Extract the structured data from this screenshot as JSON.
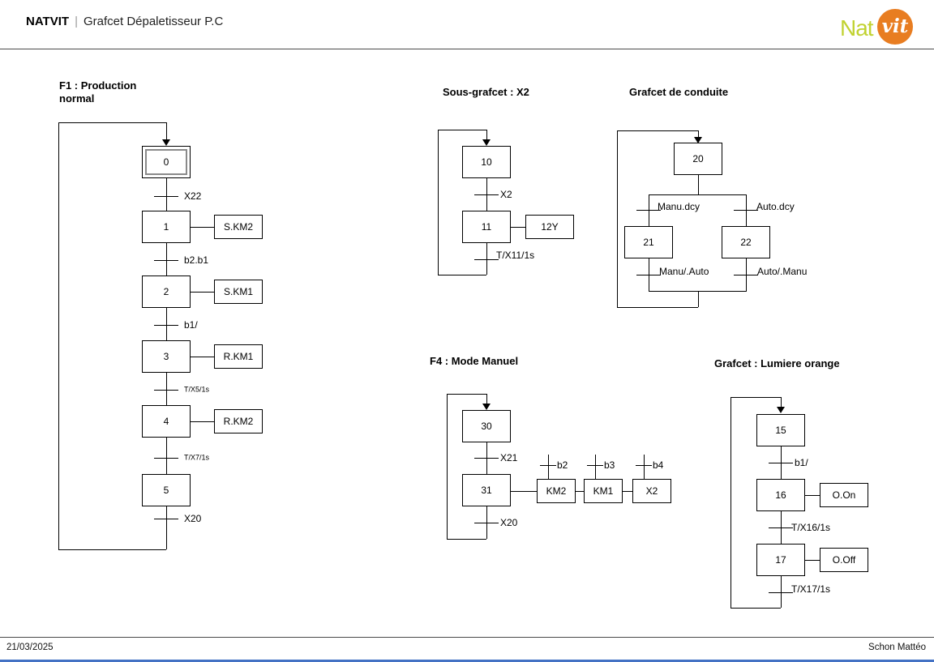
{
  "header": {
    "brand": "NATVIT",
    "separator": "|",
    "doc_title": "Grafcet Dépaletisseur P.C",
    "logo": {
      "part1": "Nat",
      "part2": "vit",
      "green": "#c1d231",
      "orange": "#e87d21"
    }
  },
  "footer": {
    "date": "21/03/2025",
    "author": "Schon Mattéo",
    "accent_bar_color": "#4472c4"
  },
  "diagrams": {
    "f1": {
      "title1": "F1 : Production",
      "title2": "normal",
      "steps": [
        {
          "id": "0"
        },
        {
          "id": "1",
          "action": "S.KM2"
        },
        {
          "id": "2",
          "action": "S.KM1"
        },
        {
          "id": "3",
          "action": "R.KM1"
        },
        {
          "id": "4",
          "action": "R.KM2"
        },
        {
          "id": "5"
        }
      ],
      "transitions": [
        "X22",
        "b2.b1",
        "b1/",
        "T/X5/1s",
        "T/X7/1s",
        "X20"
      ]
    },
    "sous_grafcet": {
      "title": "Sous-grafcet : X2",
      "steps": [
        {
          "id": "10"
        },
        {
          "id": "11",
          "action": "12Y"
        }
      ],
      "transitions": [
        "X2",
        "T/X11/1s"
      ]
    },
    "conduite": {
      "title": "Grafcet de conduite",
      "top_step": "20",
      "branches": [
        {
          "t_in": "Manu.dcy",
          "step": "21",
          "t_out": "Manu/.Auto"
        },
        {
          "t_in": "Auto.dcy",
          "step": "22",
          "t_out": "Auto/.Manu"
        }
      ]
    },
    "f4": {
      "title": "F4 : Mode Manuel",
      "steps": [
        {
          "id": "30"
        },
        {
          "id": "31"
        }
      ],
      "transitions": [
        "X21",
        "X20"
      ],
      "actions": [
        {
          "condition": "b2",
          "label": "KM2"
        },
        {
          "condition": "b3",
          "label": "KM1"
        },
        {
          "condition": "b4",
          "label": "X2"
        }
      ]
    },
    "lumiere": {
      "title": "Grafcet : Lumiere orange",
      "steps": [
        {
          "id": "15"
        },
        {
          "id": "16",
          "action": "O.On"
        },
        {
          "id": "17",
          "action": "O.Off"
        }
      ],
      "transitions": [
        "b1/",
        "T/X16/1s",
        "T/X17/1s"
      ]
    }
  }
}
